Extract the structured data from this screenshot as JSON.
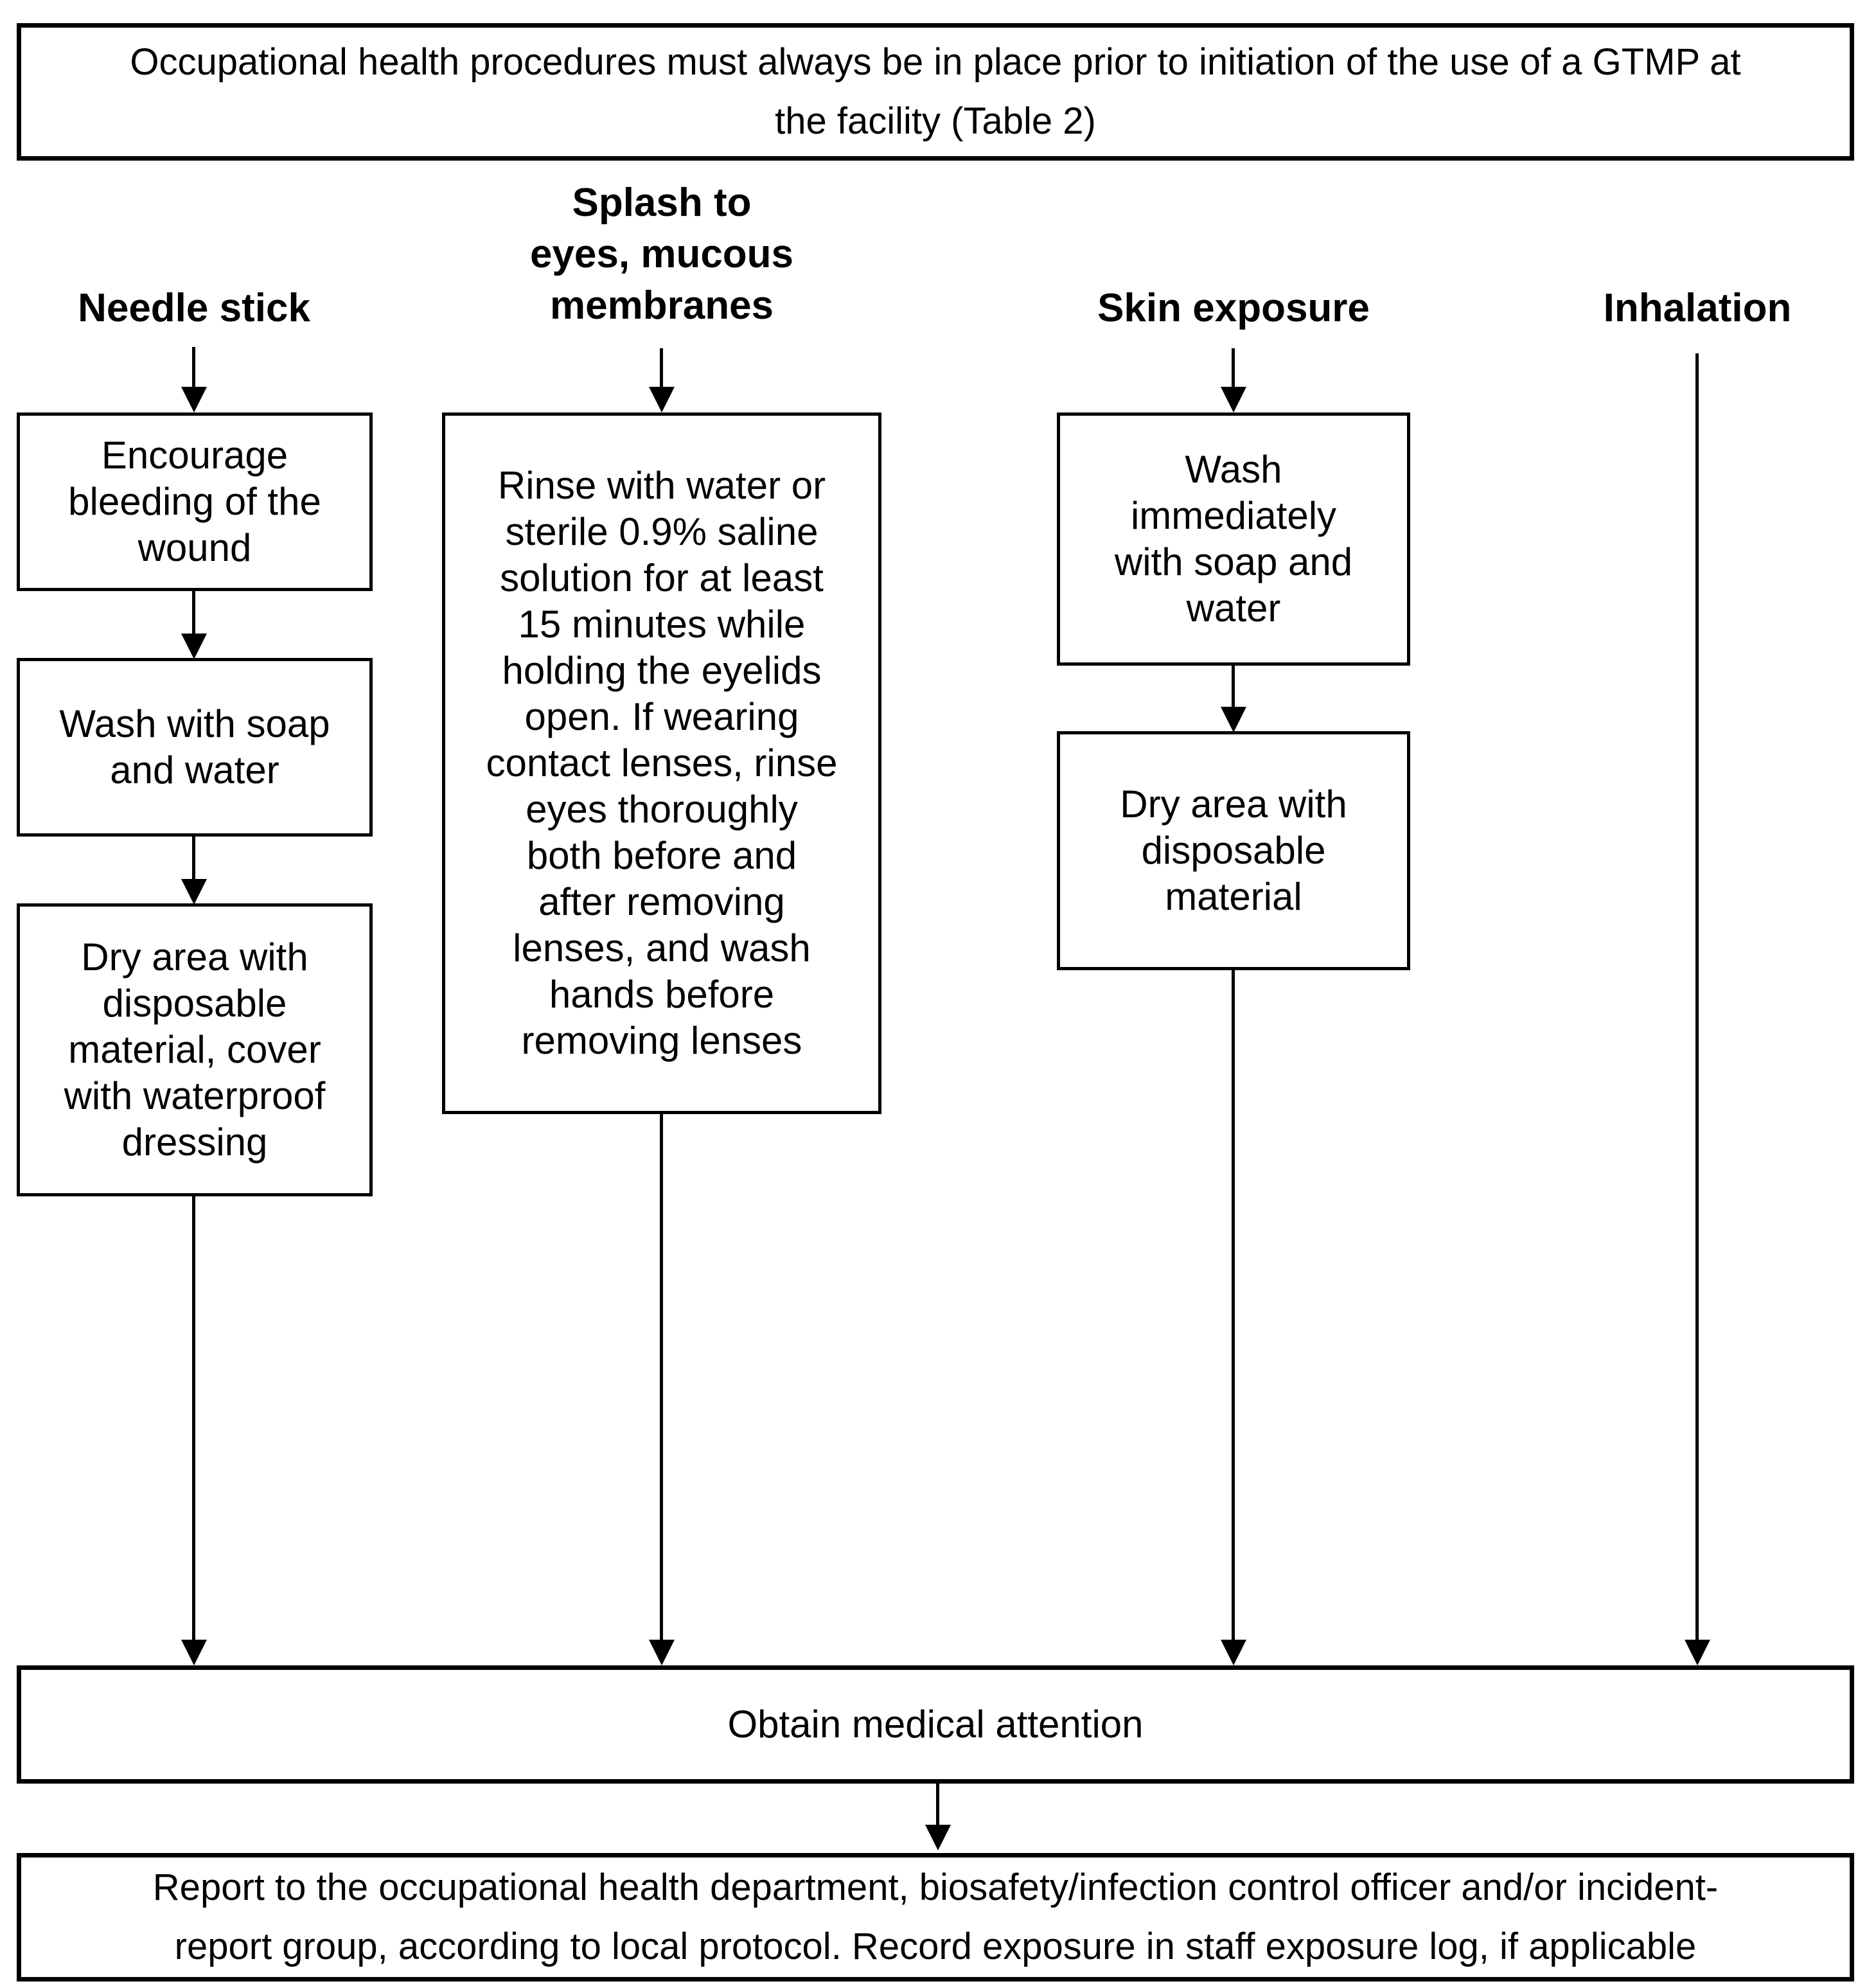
{
  "title_box": {
    "lines": [
      "Occupational health procedures must always be in place prior to initiation of the use of a GTMP at",
      "the facility (Table 2)"
    ]
  },
  "columns": [
    {
      "id": "needle-stick",
      "header_lines": [
        "Needle stick"
      ],
      "boxes": [
        {
          "lines": [
            "Encourage",
            "bleeding of the",
            "wound"
          ]
        },
        {
          "lines": [
            "Wash with soap",
            "and water"
          ]
        },
        {
          "lines": [
            "Dry area with",
            "disposable",
            "material, cover",
            "with waterproof",
            "dressing"
          ]
        }
      ]
    },
    {
      "id": "splash",
      "header_lines": [
        "Splash to",
        "eyes, mucous",
        "membranes"
      ],
      "boxes": [
        {
          "lines": [
            "Rinse with water or",
            "sterile 0.9% saline",
            "solution for at least",
            "15 minutes while",
            "holding the eyelids",
            "open. If wearing",
            "contact lenses, rinse",
            "eyes thoroughly",
            "both before and",
            "after removing",
            "lenses, and wash",
            "hands before",
            "removing lenses"
          ]
        }
      ]
    },
    {
      "id": "skin-exposure",
      "header_lines": [
        "Skin exposure"
      ],
      "boxes": [
        {
          "lines": [
            "Wash",
            "immediately",
            "with soap and",
            "water"
          ]
        },
        {
          "lines": [
            "Dry area with",
            "disposable",
            "material"
          ]
        }
      ]
    },
    {
      "id": "inhalation",
      "header_lines": [
        "Inhalation"
      ],
      "boxes": []
    }
  ],
  "obtain_box": {
    "text": "Obtain medical attention"
  },
  "report_box": {
    "lines": [
      "Report to the occupational health department, biosafety/infection control officer and/or incident-",
      "report group, according to local protocol. Record exposure in staff exposure log, if applicable"
    ]
  },
  "colors": {
    "ink": "#000000",
    "background": "#ffffff"
  }
}
